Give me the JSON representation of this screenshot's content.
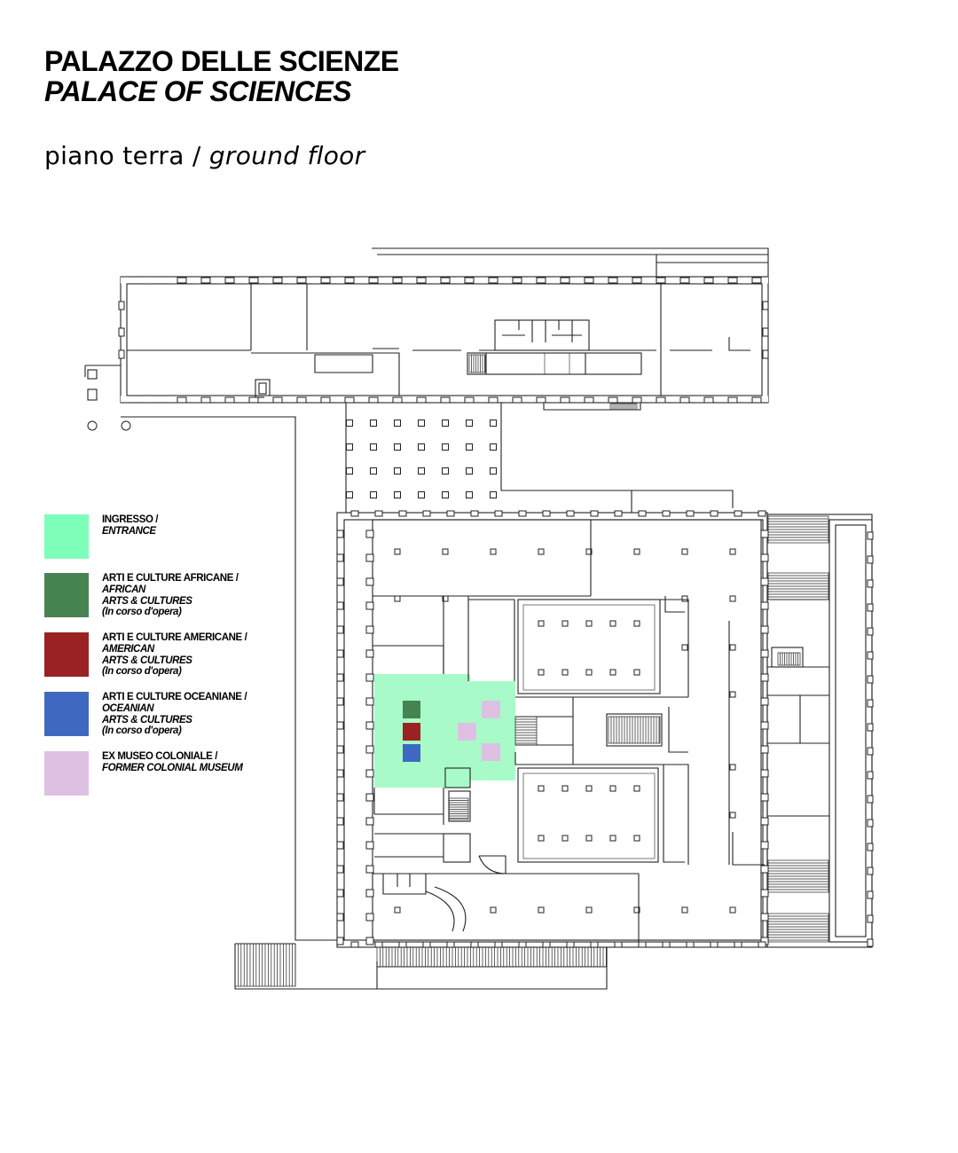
{
  "header": {
    "title": "PALAZZO DELLE SCIENZE",
    "title_en": "PALACE OF SCIENCES",
    "floor_label": "piano terra /",
    "floor_label_en": "ground floor"
  },
  "legend": [
    {
      "color": "#7dffb9",
      "name": "INGRESSO /",
      "name_en": "ENTRANCE",
      "name_en_2": "",
      "status": ""
    },
    {
      "color": "#468451",
      "name": "ARTI E CULTURE AFRICANE /",
      "name_en": "AFRICAN",
      "name_en_2": "ARTS & CULTURES",
      "status": "(In corso d'opera)"
    },
    {
      "color": "#9b2222",
      "name": "ARTI E CULTURE AMERICANE /",
      "name_en": "AMERICAN",
      "name_en_2": "ARTS & CULTURES",
      "status": "(In corso d'opera)"
    },
    {
      "color": "#3f69c1",
      "name": "ARTI E CULTURE OCEANIANE /",
      "name_en": "OCEANIAN",
      "name_en_2": "ARTS & CULTURES",
      "status": "(In corso d'opera)"
    },
    {
      "color": "#dec1e2",
      "name": "EX MUSEO COLONIALE /",
      "name_en": "FORMER COLONIAL MUSEUM",
      "name_en_2": "",
      "status": ""
    }
  ],
  "colors": {
    "wall": "#222222",
    "entrance": "#a8fbc8",
    "african": "#468451",
    "american": "#9b2222",
    "oceanian": "#3f69c1",
    "colonial": "#dec1e2"
  }
}
